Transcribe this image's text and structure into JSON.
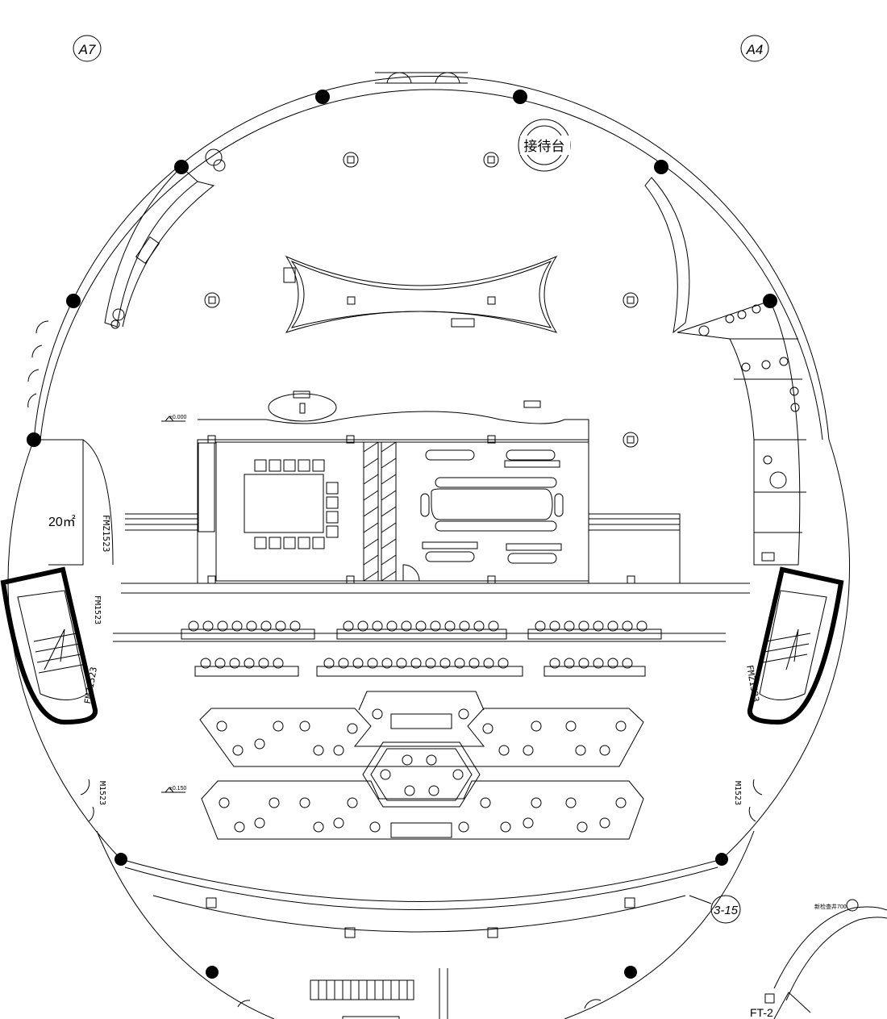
{
  "axis_markers": {
    "left": "A7",
    "right": "A4"
  },
  "labels": {
    "reception": "接待台",
    "area": "20㎡",
    "door_fm_left_upper": "FMZ1523",
    "door_fm_left_small": "FM1523",
    "door_fm_stair_left": "FMZ1523",
    "door_fm_stair_right": "FMZ1523",
    "door_lower_left": "M1523",
    "door_lower_right": "M1523",
    "grid_marker": "3-15",
    "elevator": "FT-2",
    "level_mark_upper": "±0.000",
    "level_mark_lower": "±0.150",
    "note_bottom_right": "新检查井",
    "note_bottom_right_value": "700"
  }
}
